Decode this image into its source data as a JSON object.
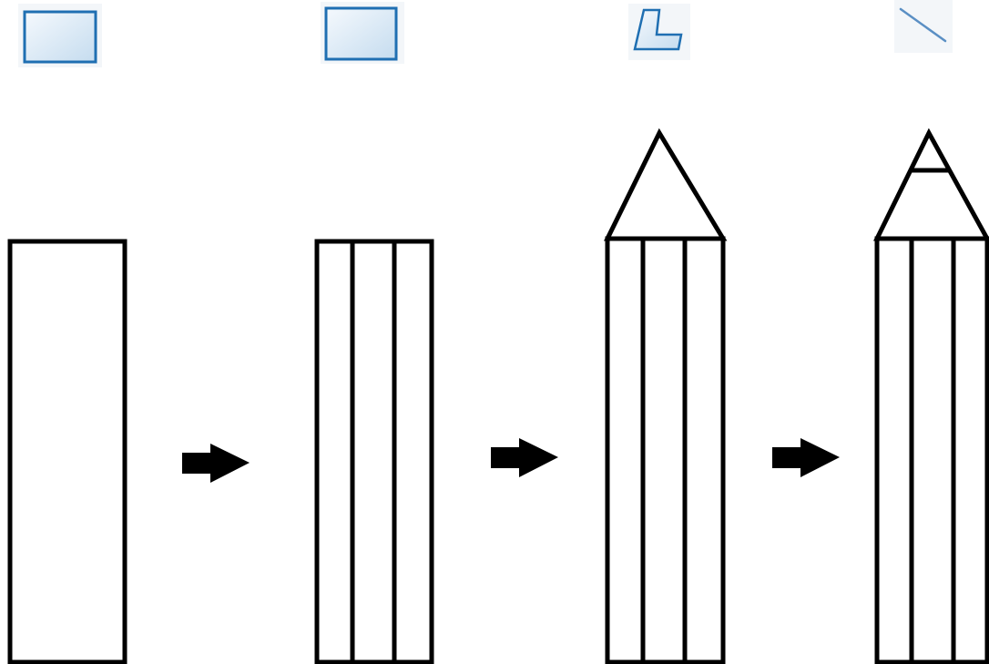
{
  "colors": {
    "line": "#000000",
    "background": "#ffffff",
    "tool_stroke": "#1f6fb2",
    "tool_fill_light": "#f5f9fd",
    "tool_fill_dark": "#c5dcef"
  },
  "toolbar_icons": [
    "rectangle-tool-icon",
    "rectangle-tool-icon",
    "freeform-shape-tool-icon",
    "line-tool-icon"
  ],
  "steps": [
    {
      "shape": "rectangle",
      "inner_lines": 0,
      "tip": false,
      "tip_band": false
    },
    {
      "shape": "rectangle",
      "inner_lines": 2,
      "tip": false,
      "tip_band": false
    },
    {
      "shape": "rectangle",
      "inner_lines": 2,
      "tip": true,
      "tip_band": false
    },
    {
      "shape": "rectangle",
      "inner_lines": 2,
      "tip": true,
      "tip_band": true
    }
  ],
  "connectors": [
    "arrow-right-icon",
    "arrow-right-icon",
    "arrow-right-icon"
  ]
}
